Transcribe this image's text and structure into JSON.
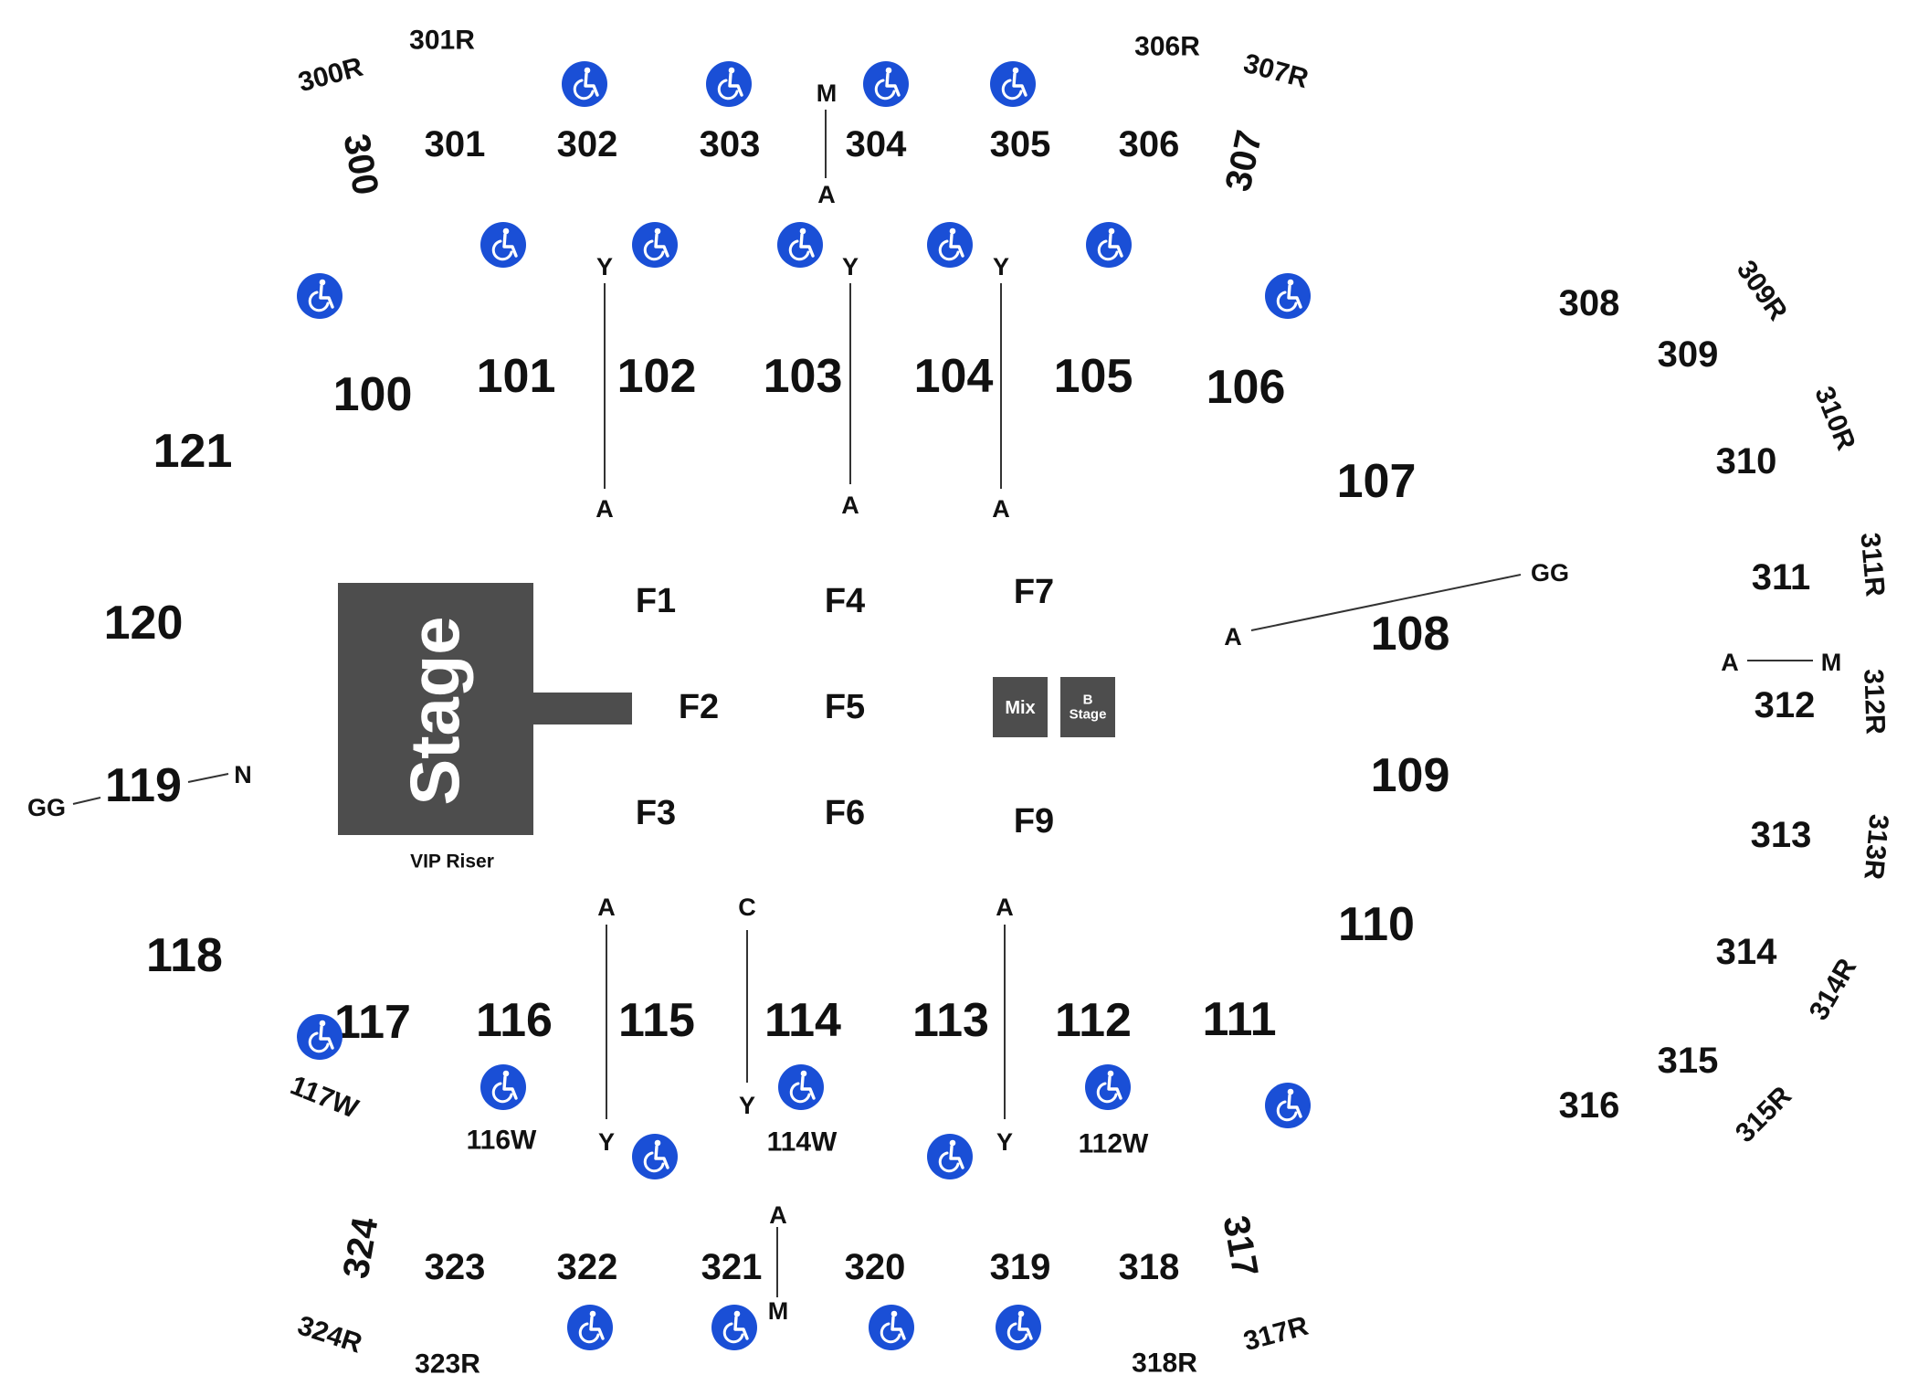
{
  "colors": {
    "stage": "#4d4d4d",
    "accessible": "#1a4fd6",
    "text": "#111111",
    "background": "#ffffff"
  },
  "stage": {
    "label": "Stage",
    "riser_label": "VIP Riser"
  },
  "mix": {
    "label": "Mix"
  },
  "b_stage": {
    "label_top": "B",
    "label_bottom": "Stage"
  },
  "floor_sections": [
    "F1",
    "F2",
    "F3",
    "F4",
    "F5",
    "F6",
    "F7",
    "F9"
  ],
  "lower_sections": [
    "100",
    "101",
    "102",
    "103",
    "104",
    "105",
    "106",
    "107",
    "108",
    "109",
    "110",
    "111",
    "112",
    "113",
    "114",
    "115",
    "116",
    "117",
    "118",
    "119",
    "120",
    "121"
  ],
  "upper_sections": [
    "300",
    "301",
    "302",
    "303",
    "304",
    "305",
    "306",
    "307",
    "308",
    "309",
    "310",
    "311",
    "312",
    "313",
    "314",
    "315",
    "316",
    "317",
    "318",
    "319",
    "320",
    "321",
    "322",
    "323",
    "324"
  ],
  "row_labels": [
    "300R",
    "301R",
    "306R",
    "307R",
    "309R",
    "310R",
    "311R",
    "312R",
    "313R",
    "314R",
    "315R",
    "317R",
    "318R",
    "323R",
    "324R"
  ],
  "wheelchair_labels": [
    "117W",
    "116W",
    "114W",
    "112W"
  ],
  "aisle_labels": {
    "a": "A",
    "y": "Y",
    "m": "M",
    "c": "C",
    "n": "N",
    "gg": "GG"
  },
  "icons": {
    "accessible": "wheelchair-icon"
  }
}
